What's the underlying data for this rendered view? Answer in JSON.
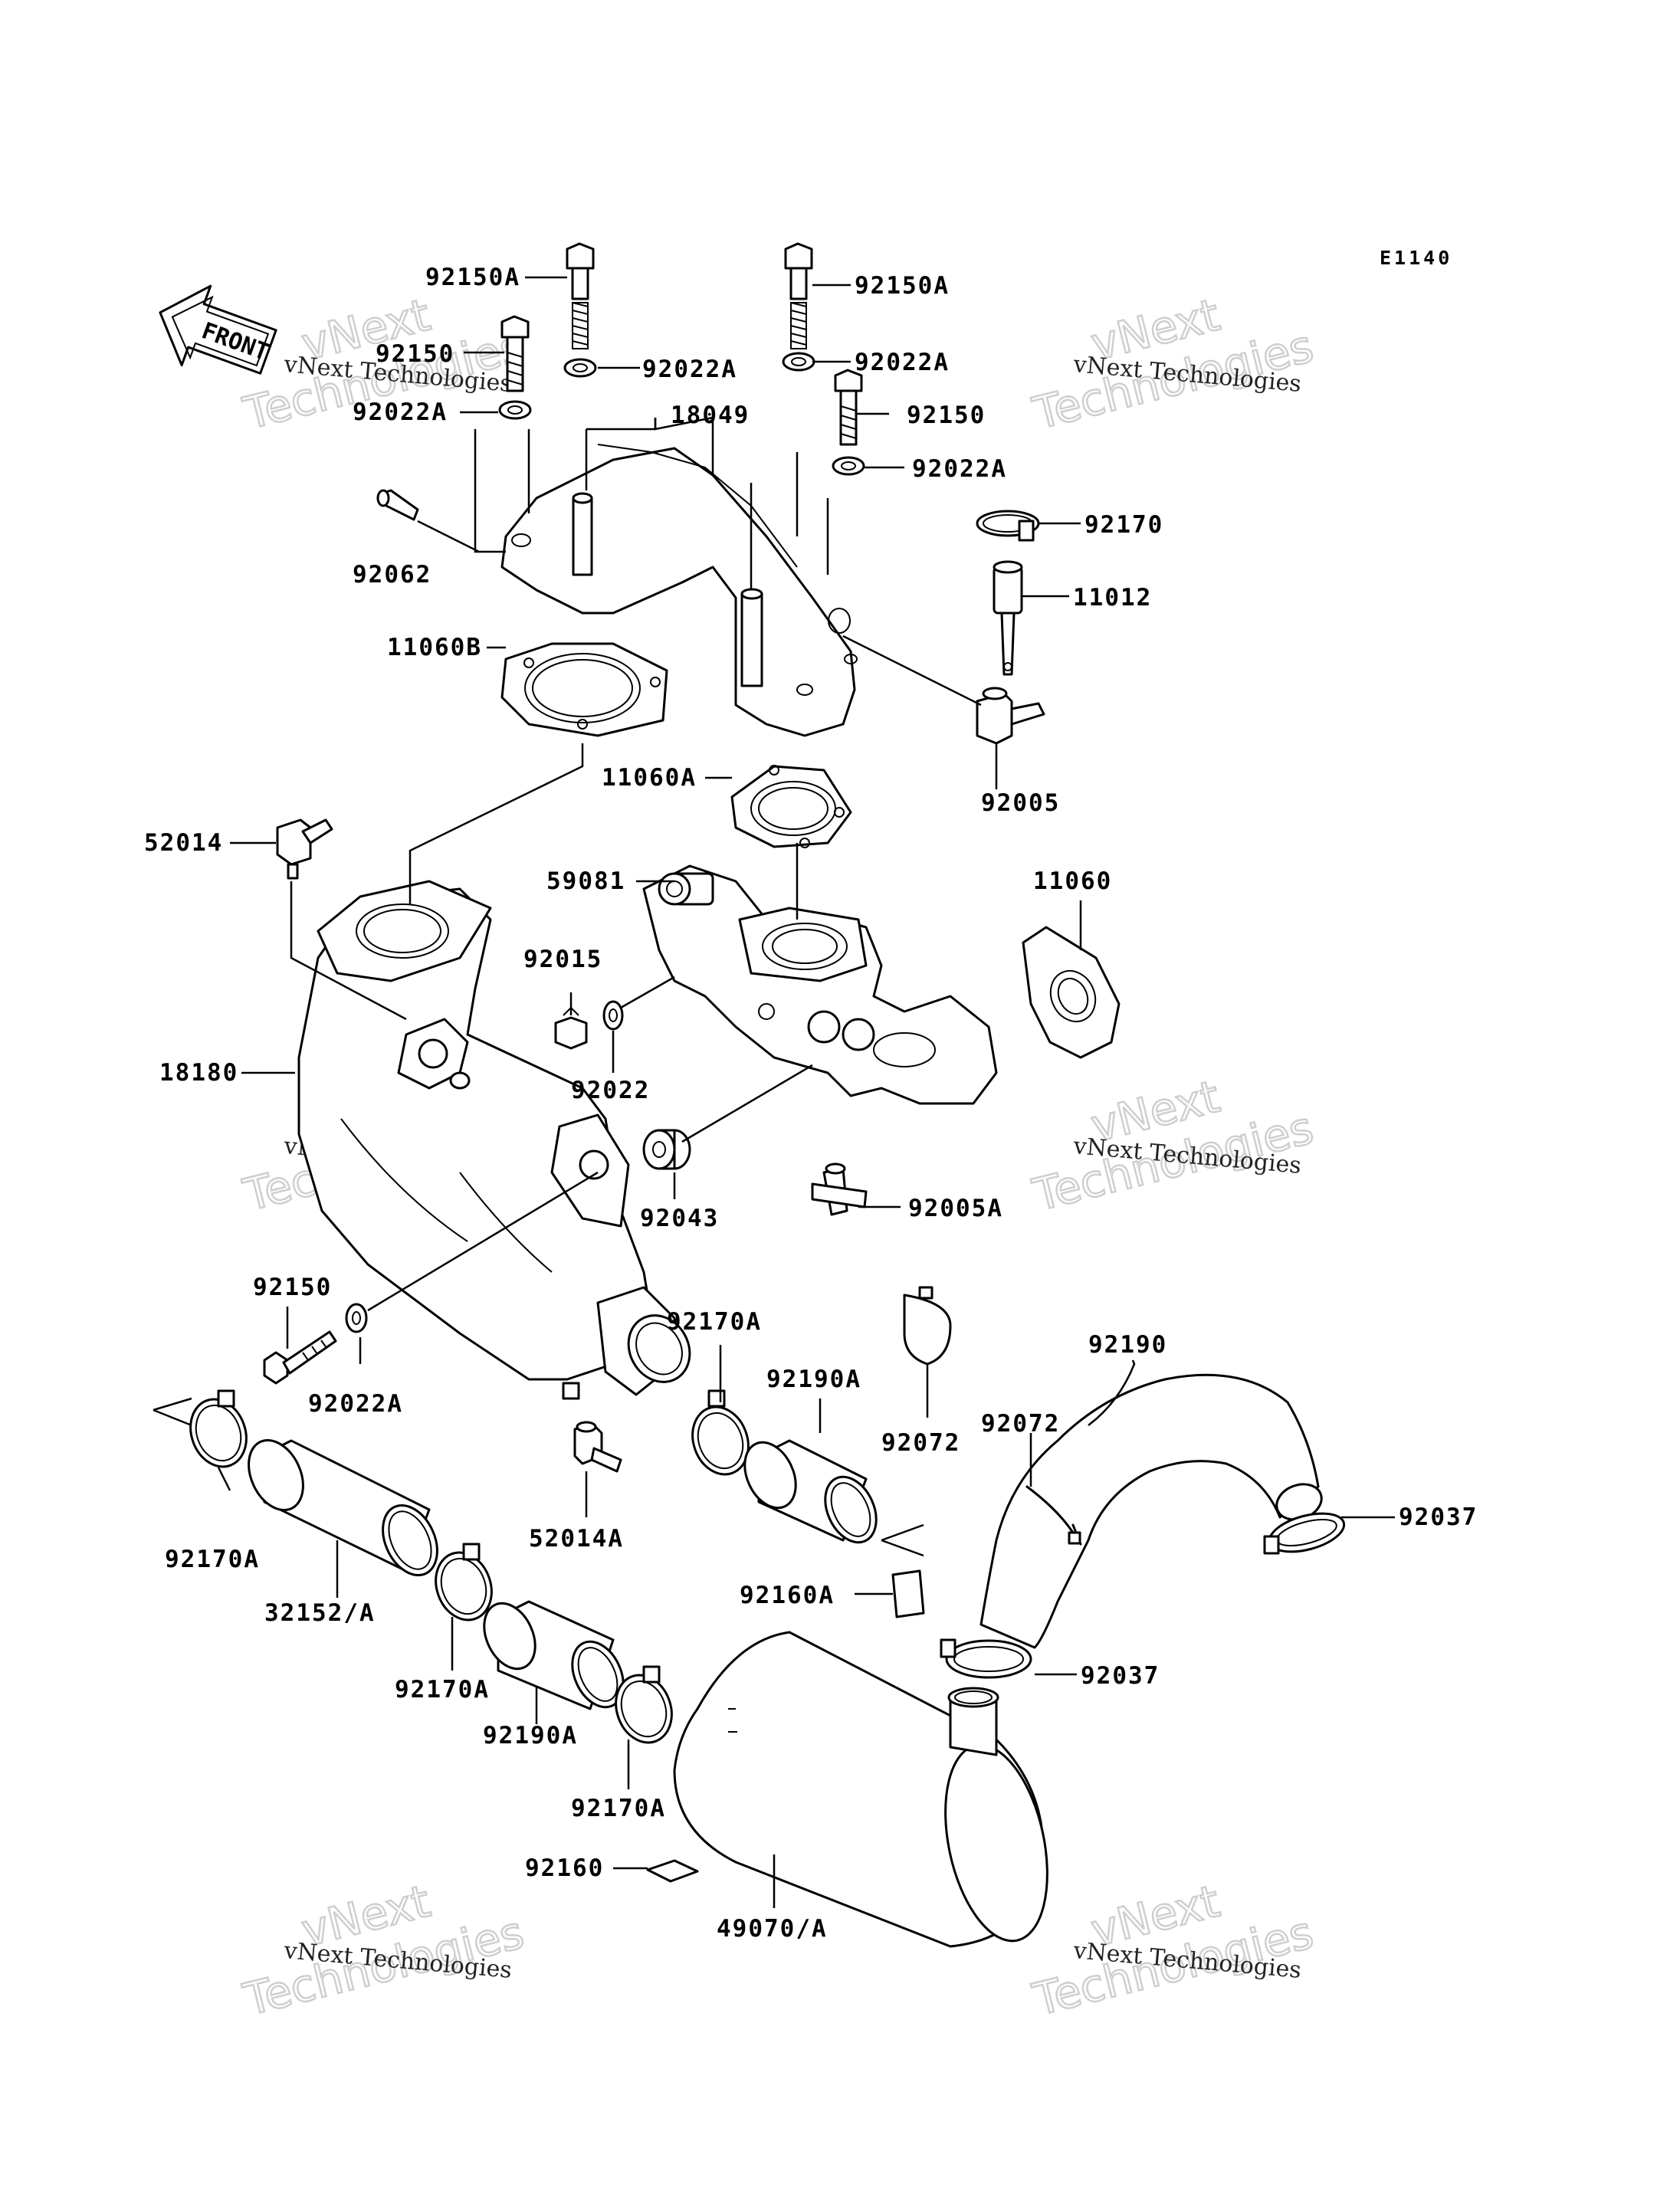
{
  "diagram": {
    "code": "E1140",
    "front_label": "FRONT",
    "watermark": {
      "line1": "vNext",
      "line2": "Technologies",
      "small": "vNext Technologies"
    },
    "labels": {
      "l_92150A_a": "92150A",
      "l_92150A_b": "92150A",
      "l_92150_a": "92150",
      "l_92022A_a": "92022A",
      "l_92022A_b": "92022A",
      "l_92022A_c": "92022A",
      "l_18049": "18049",
      "l_92150_b": "92150",
      "l_92022A_d": "92022A",
      "l_92170": "92170",
      "l_92062": "92062",
      "l_11012": "11012",
      "l_11060B": "11060B",
      "l_92005": "92005",
      "l_11060A": "11060A",
      "l_52014": "52014",
      "l_59081": "59081",
      "l_11060": "11060",
      "l_92015": "92015",
      "l_18180": "18180",
      "l_92022": "92022",
      "l_92043": "92043",
      "l_92005A": "92005A",
      "l_92150_c": "92150",
      "l_92170A_a": "92170A",
      "l_92190A_a": "92190A",
      "l_92190": "92190",
      "l_92022A_e": "92022A",
      "l_92072_a": "92072",
      "l_92072_b": "92072",
      "l_52014A": "52014A",
      "l_92037_a": "92037",
      "l_92170A_b": "92170A",
      "l_32152A": "32152/A",
      "l_92160A": "92160A",
      "l_92170A_c": "92170A",
      "l_92037_b": "92037",
      "l_92190A_b": "92190A",
      "l_92170A_d": "92170A",
      "l_92160": "92160",
      "l_49070A": "49070/A"
    }
  }
}
